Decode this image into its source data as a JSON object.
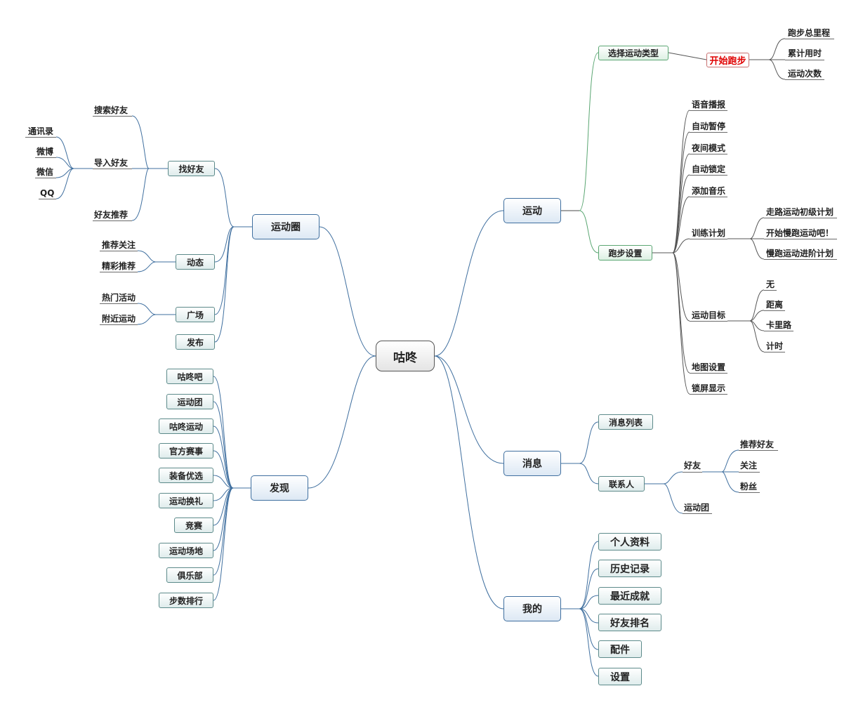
{
  "root": "咕咚",
  "colors": {
    "branch": "#3f6f9f",
    "run_branch": "#5aa672",
    "highlight": "#e00000"
  },
  "yundong": {
    "label": "运动",
    "select_type": "选择运动类型",
    "start_run": "开始跑步",
    "start_run_items": [
      "跑步总里程",
      "累计用时",
      "运动次数"
    ],
    "run_settings": "跑步设置",
    "settings_items": [
      "语音播报",
      "自动暂停",
      "夜间模式",
      "自动锁定",
      "添加音乐",
      "训练计划",
      "运动目标",
      "地图设置",
      "锁屏显示"
    ],
    "training_plans": [
      "走路运动初级计划",
      "开始慢跑运动吧！",
      "慢跑运动进阶计划"
    ],
    "targets": [
      "无",
      "距离",
      "卡里路",
      "计时"
    ]
  },
  "xiaoxi": {
    "label": "消息",
    "message_list": "消息列表",
    "contacts": "联系人",
    "friends": "好友",
    "friend_items": [
      "推荐好友",
      "关注",
      "粉丝"
    ],
    "team": "运动团"
  },
  "wode": {
    "label": "我的",
    "items": [
      "个人资料",
      "历史记录",
      "最近成就",
      "好友排名",
      "配件",
      "设置"
    ]
  },
  "quan": {
    "label": "运动圈",
    "find_friends": "找好友",
    "search": "搜索好友",
    "import": "导入好友",
    "import_sources": [
      "通讯录",
      "微博",
      "微信",
      "QQ"
    ],
    "recommend": "好友推荐",
    "dynamic": "动态",
    "dynamic_items": [
      "推荐关注",
      "精彩推荐"
    ],
    "square": "广场",
    "square_items": [
      "热门活动",
      "附近运动"
    ],
    "publish": "发布"
  },
  "faxian": {
    "label": "发现",
    "items": [
      "咕咚吧",
      "运动团",
      "咕咚运动",
      "官方赛事",
      "装备优选",
      "运动换礼",
      "竞赛",
      "运动场地",
      "俱乐部",
      "步数排行"
    ]
  }
}
